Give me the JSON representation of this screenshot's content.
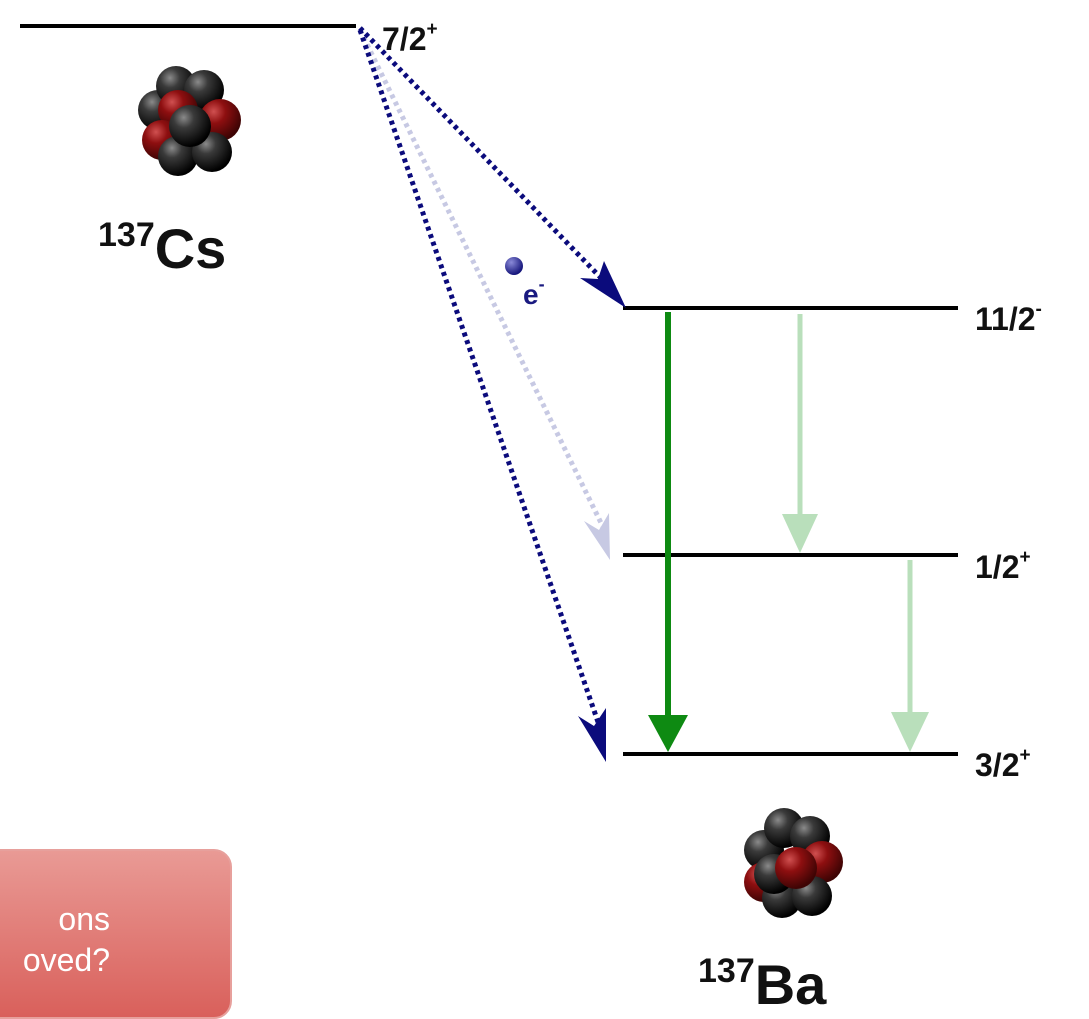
{
  "parent": {
    "mass": "137",
    "symbol": "Cs",
    "spin": "7/2",
    "parity": "+"
  },
  "daughter": {
    "mass": "137",
    "symbol": "Ba"
  },
  "levels": [
    {
      "spin": "11/2",
      "parity": "-"
    },
    {
      "spin": "1/2",
      "parity": "+"
    },
    {
      "spin": "3/2",
      "parity": "+"
    }
  ],
  "electron": {
    "symbol": "e",
    "charge": "-"
  },
  "callout": {
    "line1": "ons",
    "line2": "oved?"
  },
  "colors": {
    "beta": "#0b0b7c",
    "beta_faint": "#c7c9e3",
    "gamma": "#0e8a12",
    "gamma_faint": "#b9dfbb",
    "proton": "#8e0f10",
    "neutron": "#1c1c1c",
    "callout": "#dc6b66"
  },
  "icons": {
    "nucleus": "nucleus-cluster-icon",
    "electron": "electron-dot-icon"
  }
}
